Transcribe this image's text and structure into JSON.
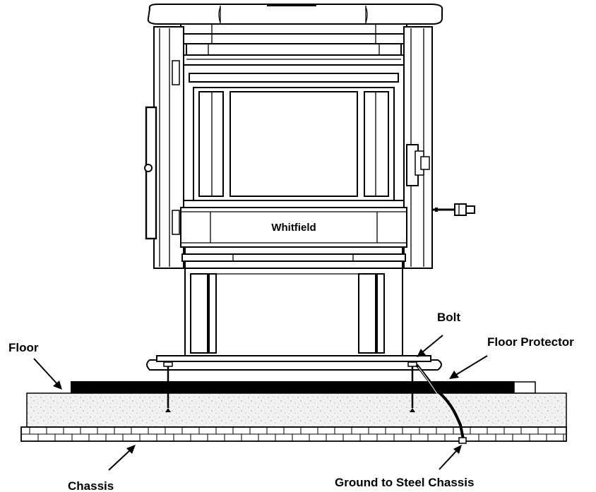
{
  "diagram": {
    "brand_name": "Whitfield",
    "labels": {
      "floor": "Floor",
      "bolt": "Bolt",
      "floor_protector": "Floor Protector",
      "chassis": "Chassis",
      "ground": "Ground to Steel Chassis"
    }
  }
}
